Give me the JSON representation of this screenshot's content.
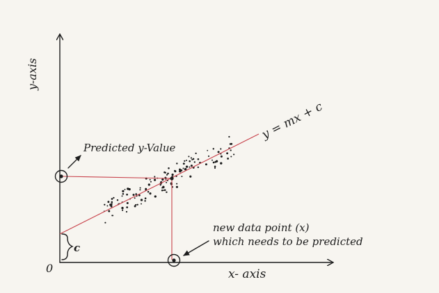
{
  "labels": {
    "y_axis": "y-axis",
    "x_axis": "x- axis",
    "origin": "0",
    "intercept": "c",
    "equation": "y = mx + c",
    "predicted": "Predicted y-Value",
    "new_point_line1": "new data point (x)",
    "new_point_line2": "which needs to be predicted"
  },
  "colors": {
    "ink": "#1c1c1c",
    "line": "#c8404a",
    "paper": "#f7f5f0"
  }
}
